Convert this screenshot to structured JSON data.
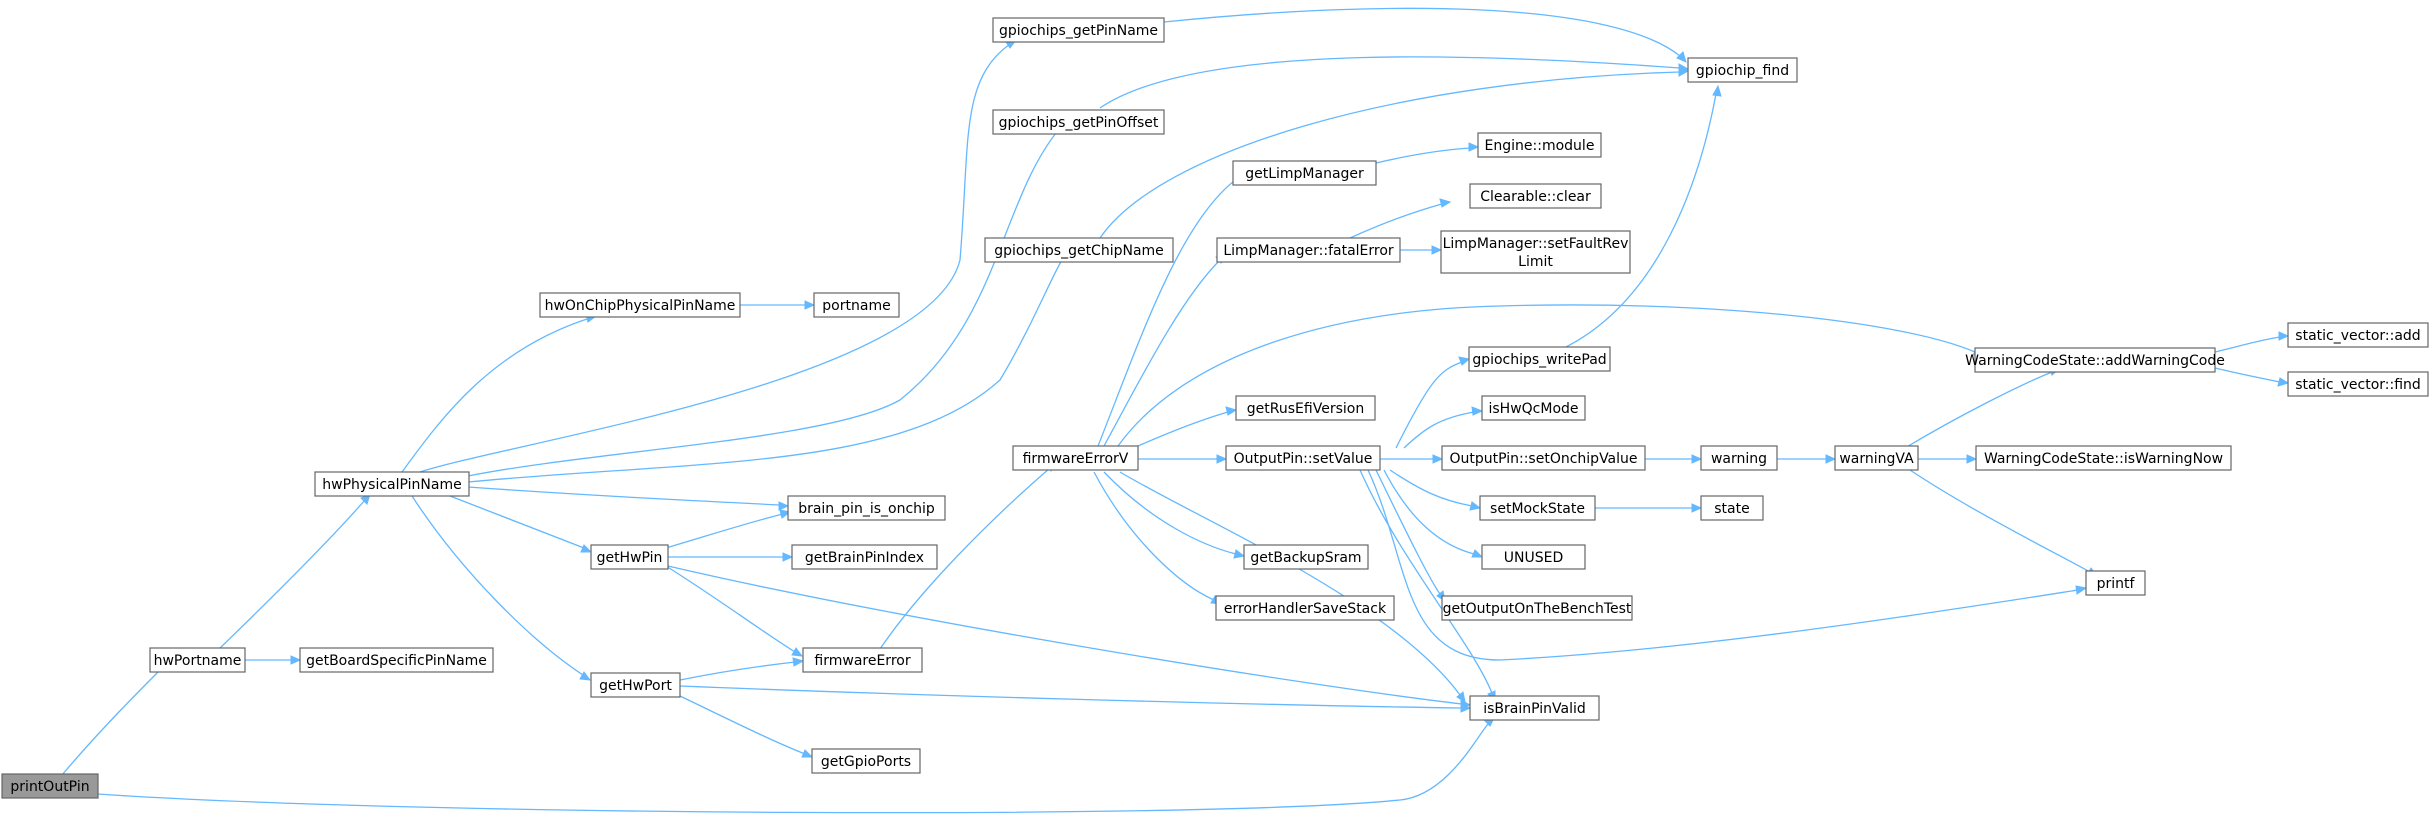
{
  "colors": {
    "edge": "#63b8ff",
    "node_border": "#666666",
    "root_fill": "#999999",
    "node_fill": "#ffffff"
  },
  "nodes": {
    "printOutPin": "printOutPin",
    "hwPortname": "hwPortname",
    "getBoardSpecificPinName": "getBoardSpecificPinName",
    "hwPhysicalPinName": "hwPhysicalPinName",
    "hwOnChipPhysicalPinName": "hwOnChipPhysicalPinName",
    "portname": "portname",
    "gpiochips_getPinName": "gpiochips_getPinName",
    "gpiochips_getPinOffset": "gpiochips_getPinOffset",
    "gpiochips_getChipName": "gpiochips_getChipName",
    "gpiochip_find": "gpiochip_find",
    "brain_pin_is_onchip": "brain_pin_is_onchip",
    "getHwPin": "getHwPin",
    "getBrainPinIndex": "getBrainPinIndex",
    "getHwPort": "getHwPort",
    "firmwareError": "firmwareError",
    "getGpioPorts": "getGpioPorts",
    "isBrainPinValid": "isBrainPinValid",
    "firmwareErrorV": "firmwareErrorV",
    "getLimpManager": "getLimpManager",
    "Engine_module": "Engine::module",
    "Clearable_clear": "Clearable::clear",
    "LimpManager_fatalError": "LimpManager::fatalError",
    "LimpManager_setFaultRevLimit_1": "LimpManager::setFaultRev",
    "LimpManager_setFaultRevLimit_2": "Limit",
    "gpiochips_writePad": "gpiochips_writePad",
    "getRusEfiVersion": "getRusEfiVersion",
    "OutputPin_setValue": "OutputPin::setValue",
    "isHwQcMode": "isHwQcMode",
    "OutputPin_setOnchipValue": "OutputPin::setOnchipValue",
    "warning": "warning",
    "warningVA": "warningVA",
    "setMockState": "setMockState",
    "state": "state",
    "getBackupSram": "getBackupSram",
    "UNUSED": "UNUSED",
    "errorHandlerSaveStack": "errorHandlerSaveStack",
    "getOutputOnTheBenchTest": "getOutputOnTheBenchTest",
    "WarningCodeState_addWarningCode": "WarningCodeState::addWarningCode",
    "static_vector_add": "static_vector::add",
    "static_vector_find": "static_vector::find",
    "WarningCodeState_isWarningNow": "WarningCodeState::isWarningNow",
    "printf": "printf"
  }
}
